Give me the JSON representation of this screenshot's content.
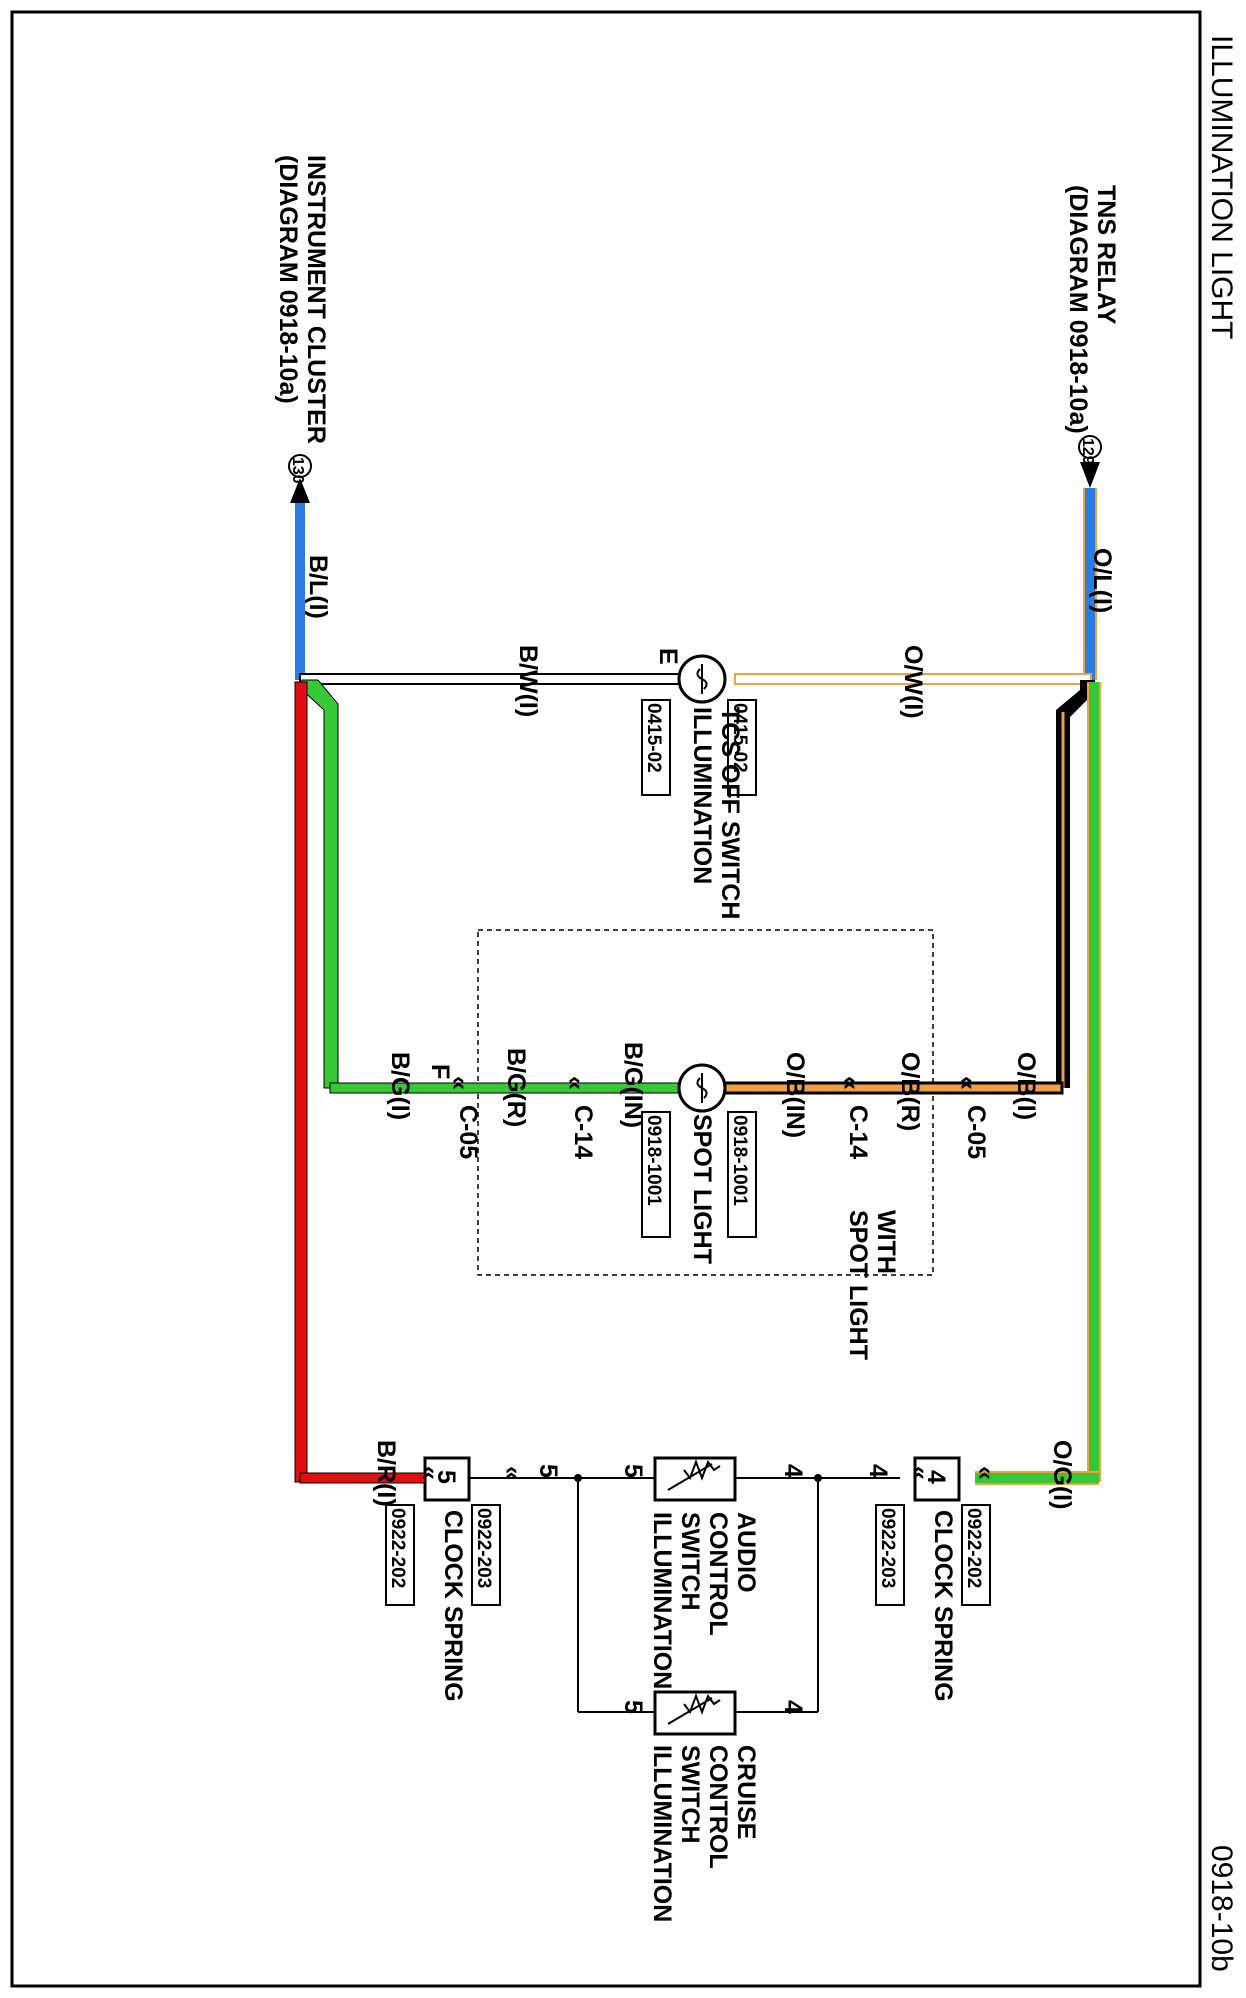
{
  "title": "ILLUMINATION LIGHT",
  "diagram_id": "0918-10b",
  "nodes": {
    "tns_relay": {
      "name": "TNS RELAY",
      "ref": "(DIAGRAM 0918-10a)",
      "connector": "129"
    },
    "instrument_cluster": {
      "name": "INSTRUMENT CLUSTER",
      "ref": "(DIAGRAM 0918-10a)",
      "connector": "130"
    },
    "tcs_off_switch": {
      "name_line1": "TCS OFF SWITCH",
      "name_line2": "ILLUMINATION",
      "code_top": "0415-02",
      "code_bottom": "0415-02",
      "ground_label": "E"
    },
    "spot_light": {
      "name": "SPOT LIGHT",
      "code_top": "0918-1001",
      "code_bottom": "0918-1001",
      "option_line1": "WITH",
      "option_line2": "SPOT LIGHT"
    },
    "clock_spring_top": {
      "name": "CLOCK SPRING",
      "pin": "4",
      "code_top": "0922-202",
      "code_bottom": "0922-203"
    },
    "clock_spring_bottom": {
      "name": "CLOCK SPRING",
      "pin": "5",
      "code_top": "0922-203",
      "code_bottom": "0922-202"
    },
    "audio_switch": {
      "line1": "AUDIO",
      "line2": "CONTROL",
      "line3": "SWITCH",
      "line4": "ILLUMINATION",
      "pin_in": "4",
      "pin_out": "5"
    },
    "cruise_switch": {
      "line1": "CRUISE",
      "line2": "CONTROL",
      "line3": "SWITCH",
      "line4": "ILLUMINATION",
      "pin_in": "4",
      "pin_out": "5"
    }
  },
  "wires": {
    "ol": "O/L(I)",
    "bl": "B/L(I)",
    "ow": "O/W(I)",
    "bw": "B/W(I)",
    "ob_i": "O/B(I)",
    "ob_r": "O/B(R)",
    "ob_in": "O/B(IN)",
    "bg_in": "B/G(IN)",
    "bg_r": "B/G(R)",
    "bg_i": "B/G(I)",
    "og_i": "O/G(I)",
    "br_i": "B/R(I)",
    "pin4": "4",
    "pin5": "5"
  },
  "connectors": {
    "c05_top": "C-05",
    "c14_top": "C-14",
    "c14_bottom": "C-14",
    "c05_bottom": "C-05",
    "f_label": "F"
  },
  "colors": {
    "blue": "#2a7de1",
    "orange": "#f0a040",
    "black": "#000000",
    "green": "#37c837",
    "red": "#e01010",
    "white": "#ffffff"
  }
}
